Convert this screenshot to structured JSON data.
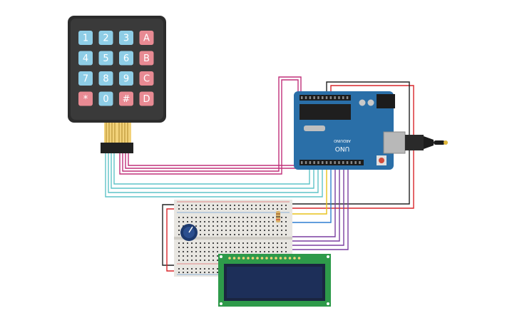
{
  "keypad": {
    "keys": [
      [
        "1",
        "2",
        "3",
        "A"
      ],
      [
        "4",
        "5",
        "6",
        "B"
      ],
      [
        "7",
        "8",
        "9",
        "C"
      ],
      [
        "*",
        "0",
        "#",
        "D"
      ]
    ],
    "colors": {
      "digit": "#8ecde6",
      "letter": "#e88a93",
      "body": "#2c2c2c"
    }
  },
  "arduino": {
    "logo_text": "UNO",
    "brand_text": "ARDUINO",
    "colors": {
      "board": "#2a6fa8"
    }
  },
  "lcd": {
    "colors": {
      "pcb": "#2e9a4a",
      "screen": "#1d2f59"
    }
  },
  "wire_colors": {
    "magenta": "#c0307a",
    "cyan": "#5fc3c8",
    "red": "#d8262a",
    "black": "#222222",
    "purple": "#7b3fa0",
    "yellow": "#e8c21a",
    "blue": "#2f7fd0"
  }
}
